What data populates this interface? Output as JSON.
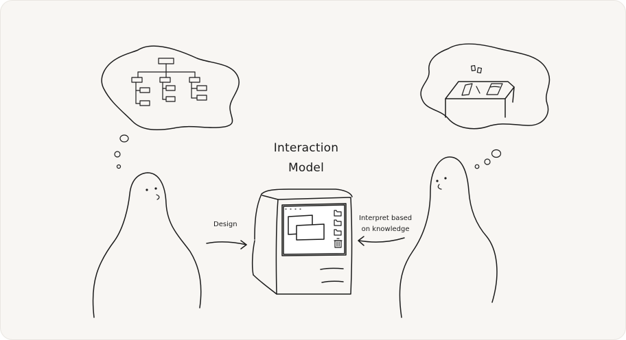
{
  "title": {
    "line1": "Interaction",
    "line2": "Model"
  },
  "arrows": {
    "design_label": "Design",
    "interpret_label_line1": "Interpret based",
    "interpret_label_line2": "on knowledge"
  },
  "colors": {
    "background": "#f8f6f3",
    "ink": "#1b1b1b",
    "screen": "#ffffff"
  },
  "icons": {
    "designer_thought": "hierarchy-diagram-icon",
    "user_thought": "desk-with-papers-icon",
    "computer_screen": [
      "folder-icon",
      "folder-icon",
      "folder-icon",
      "trash-icon"
    ]
  }
}
